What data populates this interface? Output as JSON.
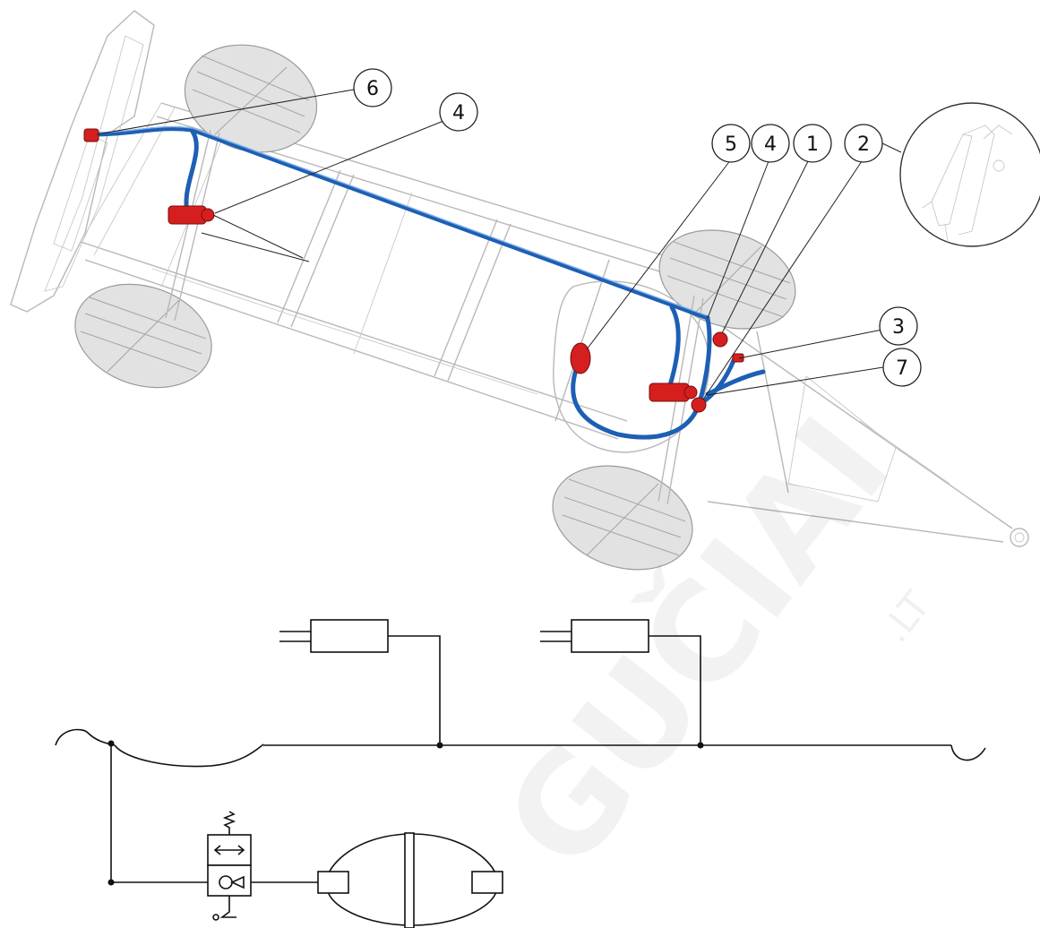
{
  "callouts": [
    {
      "id": "callout-6",
      "label": "6"
    },
    {
      "id": "callout-4-left",
      "label": "4"
    },
    {
      "id": "callout-5",
      "label": "5"
    },
    {
      "id": "callout-4-right",
      "label": "4"
    },
    {
      "id": "callout-1",
      "label": "1"
    },
    {
      "id": "callout-2",
      "label": "2"
    },
    {
      "id": "callout-3",
      "label": "3"
    },
    {
      "id": "callout-7",
      "label": "7"
    }
  ],
  "watermark": {
    "main": "GUČIAI",
    "suffix": ".LT"
  },
  "colors": {
    "hose": "#1d5fb4",
    "component": "#d51f1f",
    "frame": "#b8b8b8",
    "schematic": "#111111"
  }
}
